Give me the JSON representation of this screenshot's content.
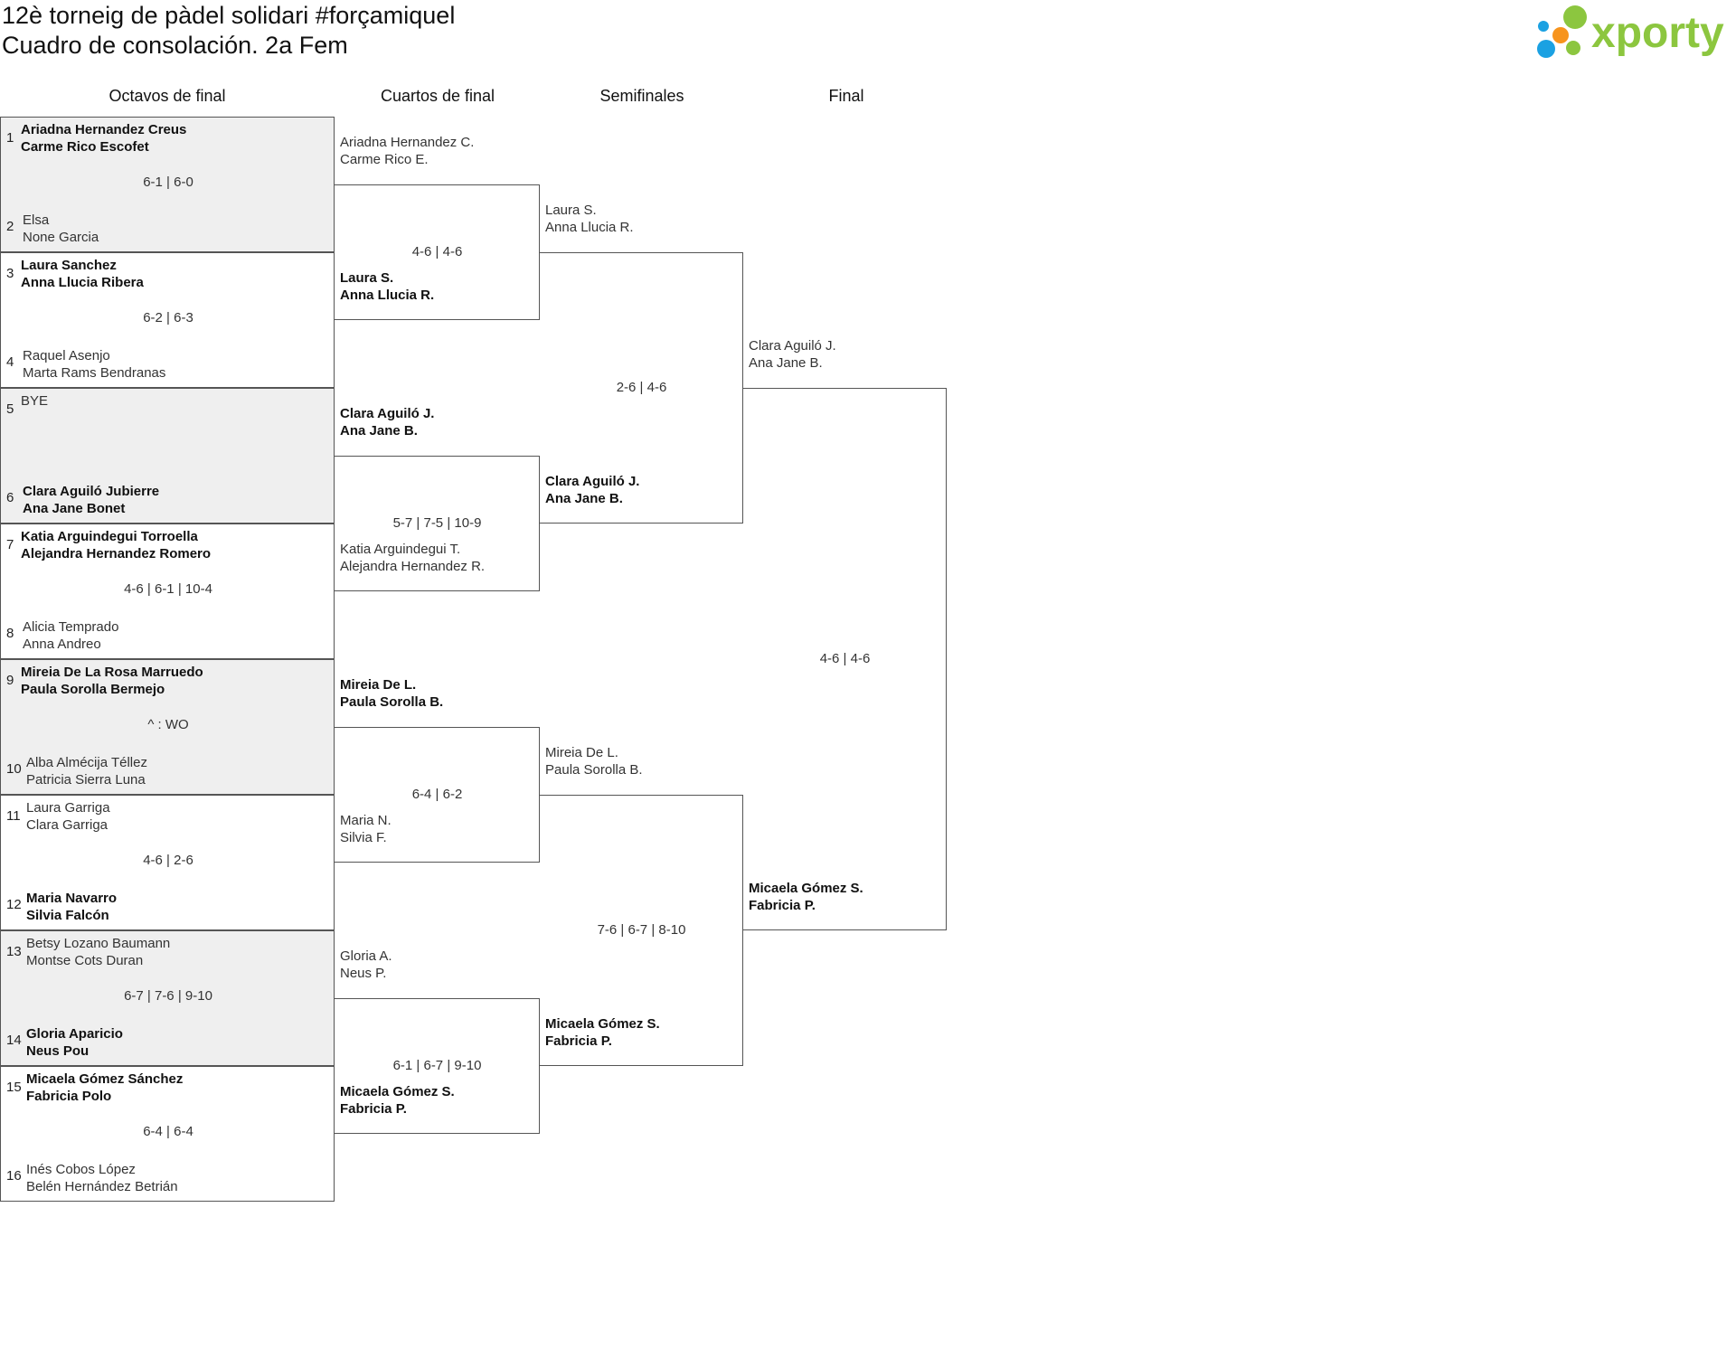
{
  "header": {
    "title_line1": "12è torneig de pàdel solidari #forçamiquel",
    "title_line2": "Cuadro de consolación. 2a Fem",
    "logo_text": "xporty"
  },
  "colors": {
    "logo_green": "#8cc63f",
    "logo_blue": "#1ba1e2",
    "logo_orange": "#f7941d",
    "row_shade": "#efefef"
  },
  "rounds": [
    "Octavos de final",
    "Cuartos de final",
    "Semifinales",
    "Final"
  ],
  "r16": [
    {
      "shade": true,
      "score": "6-1 | 6-0",
      "top": {
        "seed": "1",
        "p1": "Ariadna Hernandez Creus",
        "p2": "Carme Rico Escofet",
        "win": true
      },
      "bot": {
        "seed": "2",
        "p1": "Elsa",
        "p2": "None Garcia",
        "win": false
      }
    },
    {
      "shade": false,
      "score": "6-2 | 6-3",
      "top": {
        "seed": "3",
        "p1": "Laura Sanchez",
        "p2": "Anna Llucia Ribera",
        "win": true
      },
      "bot": {
        "seed": "4",
        "p1": "Raquel Asenjo",
        "p2": "Marta Rams Bendranas",
        "win": false
      }
    },
    {
      "shade": true,
      "score": "",
      "top": {
        "seed": "5",
        "p1": "BYE",
        "p2": "",
        "win": false
      },
      "bot": {
        "seed": "6",
        "p1": "Clara Aguiló Jubierre",
        "p2": "Ana Jane Bonet",
        "win": true
      }
    },
    {
      "shade": false,
      "score": "4-6 | 6-1 | 10-4",
      "top": {
        "seed": "7",
        "p1": "Katia Arguindegui Torroella",
        "p2": "Alejandra Hernandez Romero",
        "win": true
      },
      "bot": {
        "seed": "8",
        "p1": "Alicia Temprado",
        "p2": "Anna Andreo",
        "win": false
      }
    },
    {
      "shade": true,
      "score": "^ : WO",
      "top": {
        "seed": "9",
        "p1": "Mireia De La Rosa Marruedo",
        "p2": "Paula Sorolla Bermejo",
        "win": true
      },
      "bot": {
        "seed": "10",
        "p1": "Alba Almécija Téllez",
        "p2": "Patricia Sierra Luna",
        "win": false
      }
    },
    {
      "shade": false,
      "score": "4-6 | 2-6",
      "top": {
        "seed": "11",
        "p1": "Laura Garriga",
        "p2": "Clara Garriga",
        "win": false
      },
      "bot": {
        "seed": "12",
        "p1": "Maria Navarro",
        "p2": "Silvia Falcón",
        "win": true
      }
    },
    {
      "shade": true,
      "score": "6-7 | 7-6 | 9-10",
      "top": {
        "seed": "13",
        "p1": "Betsy Lozano Baumann",
        "p2": "Montse Cots Duran",
        "win": false
      },
      "bot": {
        "seed": "14",
        "p1": "Gloria Aparicio",
        "p2": "Neus Pou",
        "win": true
      }
    },
    {
      "shade": false,
      "score": "6-4 | 6-4",
      "top": {
        "seed": "15",
        "p1": "Micaela Gómez Sánchez",
        "p2": "Fabricia Polo",
        "win": true
      },
      "bot": {
        "seed": "16",
        "p1": "Inés Cobos López",
        "p2": "Belén Hernández Betrián",
        "win": false
      }
    }
  ],
  "qf": [
    {
      "score": "4-6 | 4-6",
      "top": {
        "p1": "Ariadna Hernandez C.",
        "p2": "Carme Rico E.",
        "win": false
      },
      "bot": {
        "p1": "Laura S.",
        "p2": "Anna Llucia R.",
        "win": true
      }
    },
    {
      "score": "5-7 | 7-5 | 10-9",
      "top": {
        "p1": "Clara Aguiló J.",
        "p2": "Ana Jane B.",
        "win": true
      },
      "bot": {
        "p1": "Katia Arguindegui T.",
        "p2": "Alejandra Hernandez R.",
        "win": false
      }
    },
    {
      "score": "6-4 | 6-2",
      "top": {
        "p1": "Mireia De L.",
        "p2": "Paula Sorolla B.",
        "win": true
      },
      "bot": {
        "p1": "Maria N.",
        "p2": "Silvia F.",
        "win": false
      }
    },
    {
      "score": "6-1 | 6-7 | 9-10",
      "top": {
        "p1": "Gloria A.",
        "p2": "Neus P.",
        "win": false
      },
      "bot": {
        "p1": "Micaela Gómez S.",
        "p2": "Fabricia P.",
        "win": true
      }
    }
  ],
  "sf": [
    {
      "score": "2-6 | 4-6",
      "top": {
        "p1": "Laura S.",
        "p2": "Anna Llucia R.",
        "win": false
      },
      "bot": {
        "p1": "Clara Aguiló J.",
        "p2": "Ana Jane B.",
        "win": true
      }
    },
    {
      "score": "7-6 | 6-7 | 8-10",
      "top": {
        "p1": "Mireia De L.",
        "p2": "Paula Sorolla B.",
        "win": false
      },
      "bot": {
        "p1": "Micaela Gómez S.",
        "p2": "Fabricia P.",
        "win": true
      }
    }
  ],
  "final": {
    "score": "4-6 | 4-6",
    "top": {
      "p1": "Clara Aguiló J.",
      "p2": "Ana Jane B.",
      "win": false
    },
    "bot": {
      "p1": "Micaela Gómez S.",
      "p2": "Fabricia P.",
      "win": true
    }
  }
}
